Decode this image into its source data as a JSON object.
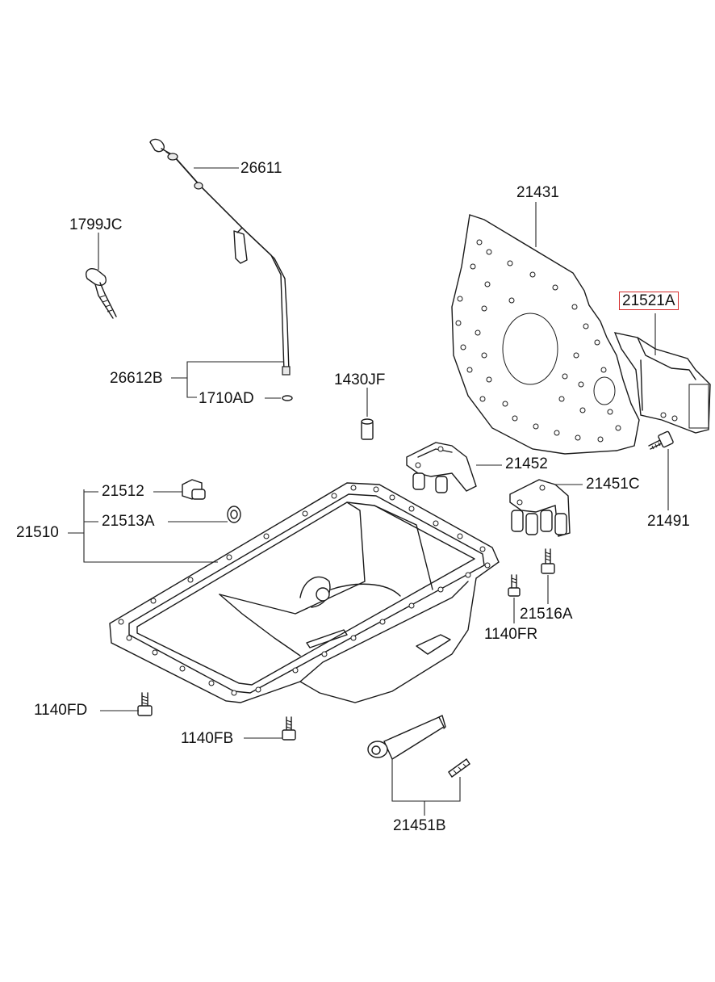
{
  "parts": [
    {
      "id": "26611",
      "label": "26611"
    },
    {
      "id": "1799JC",
      "label": "1799JC"
    },
    {
      "id": "26612B",
      "label": "26612B"
    },
    {
      "id": "1710AD",
      "label": "1710AD"
    },
    {
      "id": "1430JF",
      "label": "1430JF"
    },
    {
      "id": "21431",
      "label": "21431"
    },
    {
      "id": "21521A",
      "label": "21521A",
      "highlighted": true
    },
    {
      "id": "21452",
      "label": "21452"
    },
    {
      "id": "21451C",
      "label": "21451C"
    },
    {
      "id": "21491",
      "label": "21491"
    },
    {
      "id": "21512",
      "label": "21512"
    },
    {
      "id": "21513A",
      "label": "21513A"
    },
    {
      "id": "21510",
      "label": "21510"
    },
    {
      "id": "21516A",
      "label": "21516A"
    },
    {
      "id": "1140FR",
      "label": "1140FR"
    },
    {
      "id": "1140FD",
      "label": "1140FD"
    },
    {
      "id": "1140FB",
      "label": "1140FB"
    },
    {
      "id": "21451B",
      "label": "21451B"
    }
  ],
  "colors": {
    "highlight_border": "#d42a2a",
    "line": "#1a1a1a",
    "background": "#ffffff"
  }
}
